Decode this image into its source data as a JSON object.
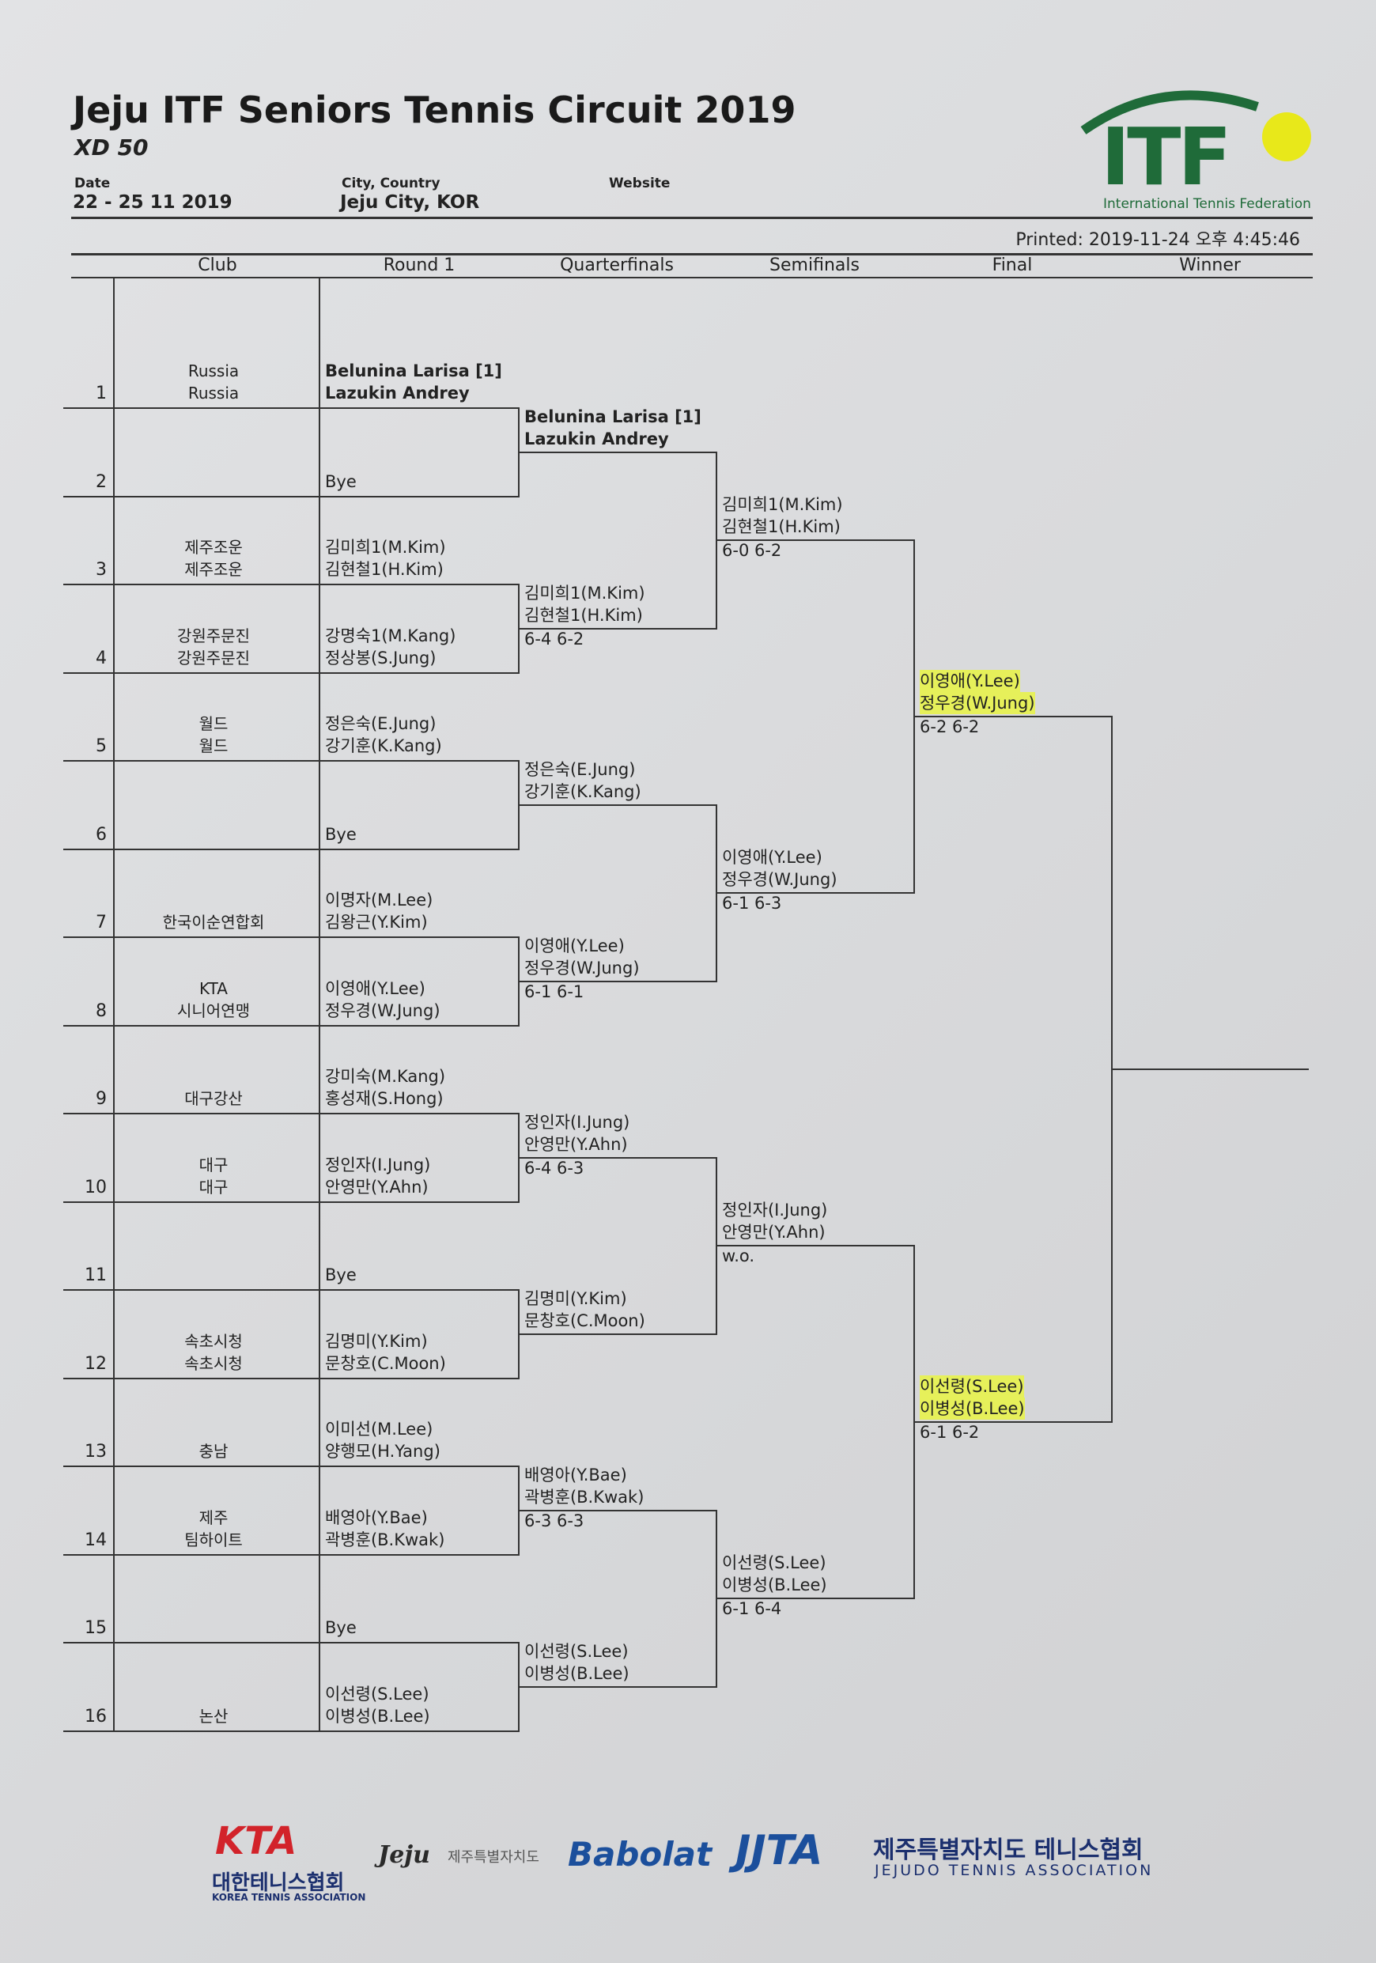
{
  "header": {
    "title": "Jeju ITF Seniors Tennis Circuit 2019",
    "event": "XD 50",
    "date_label": "Date",
    "date_value": "22 - 25 11 2019",
    "city_label": "City, Country",
    "city_value": "Jeju City, KOR",
    "website_label": "Website",
    "printed": "Printed: 2019-11-24 오후 4:45:46"
  },
  "logo": {
    "letters": "ITF",
    "caption": "International Tennis Federation",
    "color": "#1f6b39",
    "ball_color": "#e8e81a"
  },
  "columns": [
    "Club",
    "Round 1",
    "Quarterfinals",
    "Semifinals",
    "Final",
    "Winner"
  ],
  "draw": [
    {
      "num": "1",
      "club": [
        "Russia",
        "Russia"
      ],
      "team": [
        "Belunina Larisa [1]",
        "Lazukin Andrey"
      ],
      "bold": true
    },
    {
      "num": "2",
      "club": [
        "",
        ""
      ],
      "team": [
        "",
        "Bye"
      ]
    },
    {
      "num": "3",
      "club": [
        "제주조운",
        "제주조운"
      ],
      "team": [
        "김미희1(M.Kim)",
        "김현철1(H.Kim)"
      ]
    },
    {
      "num": "4",
      "club": [
        "강원주문진",
        "강원주문진"
      ],
      "team": [
        "강명숙1(M.Kang)",
        "정상봉(S.Jung)"
      ]
    },
    {
      "num": "5",
      "club": [
        "월드",
        "월드"
      ],
      "team": [
        "정은숙(E.Jung)",
        "강기훈(K.Kang)"
      ]
    },
    {
      "num": "6",
      "club": [
        "",
        ""
      ],
      "team": [
        "",
        "Bye"
      ]
    },
    {
      "num": "7",
      "club": [
        "",
        "한국이순연합회"
      ],
      "team": [
        "이명자(M.Lee)",
        "김왕근(Y.Kim)"
      ]
    },
    {
      "num": "8",
      "club": [
        "KTA",
        "시니어연맹"
      ],
      "team": [
        "이영애(Y.Lee)",
        "정우경(W.Jung)"
      ]
    },
    {
      "num": "9",
      "club": [
        "",
        "대구강산"
      ],
      "team": [
        "강미숙(M.Kang)",
        "홍성재(S.Hong)"
      ]
    },
    {
      "num": "10",
      "club": [
        "대구",
        "대구"
      ],
      "team": [
        "정인자(I.Jung)",
        "안영만(Y.Ahn)"
      ]
    },
    {
      "num": "11",
      "club": [
        "",
        ""
      ],
      "team": [
        "",
        "Bye"
      ]
    },
    {
      "num": "12",
      "club": [
        "속초시청",
        "속초시청"
      ],
      "team": [
        "김명미(Y.Kim)",
        "문창호(C.Moon)"
      ]
    },
    {
      "num": "13",
      "club": [
        "",
        "충남"
      ],
      "team": [
        "이미선(M.Lee)",
        "양행모(H.Yang)"
      ]
    },
    {
      "num": "14",
      "club": [
        "제주",
        "팀하이트"
      ],
      "team": [
        "배영아(Y.Bae)",
        "곽병훈(B.Kwak)"
      ]
    },
    {
      "num": "15",
      "club": [
        "",
        ""
      ],
      "team": [
        "",
        "Bye"
      ]
    },
    {
      "num": "16",
      "club": [
        "",
        "논산"
      ],
      "team": [
        "이선령(S.Lee)",
        "이병성(B.Lee)"
      ]
    }
  ],
  "quarterfinals": [
    {
      "team": [
        "Belunina Larisa [1]",
        "Lazukin Andrey"
      ],
      "score": "",
      "bold": true
    },
    {
      "team": [
        "김미희1(M.Kim)",
        "김현철1(H.Kim)"
      ],
      "score": "6-4 6-2"
    },
    {
      "team": [
        "정은숙(E.Jung)",
        "강기훈(K.Kang)"
      ],
      "score": ""
    },
    {
      "team": [
        "이영애(Y.Lee)",
        "정우경(W.Jung)"
      ],
      "score": "6-1 6-1"
    },
    {
      "team": [
        "정인자(I.Jung)",
        "안영만(Y.Ahn)"
      ],
      "score": "6-4 6-3"
    },
    {
      "team": [
        "김명미(Y.Kim)",
        "문창호(C.Moon)"
      ],
      "score": ""
    },
    {
      "team": [
        "배영아(Y.Bae)",
        "곽병훈(B.Kwak)"
      ],
      "score": "6-3 6-3"
    },
    {
      "team": [
        "이선령(S.Lee)",
        "이병성(B.Lee)"
      ],
      "score": ""
    }
  ],
  "semifinals": [
    {
      "team": [
        "김미희1(M.Kim)",
        "김현철1(H.Kim)"
      ],
      "score": "6-0 6-2"
    },
    {
      "team": [
        "이영애(Y.Lee)",
        "정우경(W.Jung)"
      ],
      "score": "6-1 6-3"
    },
    {
      "team": [
        "정인자(I.Jung)",
        "안영만(Y.Ahn)"
      ],
      "score": "w.o."
    },
    {
      "team": [
        "이선령(S.Lee)",
        "이병성(B.Lee)"
      ],
      "score": "6-1 6-4"
    }
  ],
  "final": [
    {
      "team": [
        "이영애(Y.Lee)",
        "정우경(W.Jung)"
      ],
      "score": "6-2 6-2",
      "highlight": true
    },
    {
      "team": [
        "이선령(S.Lee)",
        "이병성(B.Lee)"
      ],
      "score": "6-1 6-2",
      "highlight": true
    }
  ],
  "highlight_color": "#e6f05a",
  "sponsors": {
    "kta_logo": "KTA",
    "kta_name": "대한테니스협회",
    "kta_en": "KOREA TENNIS ASSOCIATION",
    "kta_color": "#d2232a",
    "jeju_logo": "Jeju",
    "jeju_name": "제주특별자치도",
    "babolat": "Babolat",
    "babolat_color": "#1b4f9c",
    "jjta": "JJTA",
    "jjta_name": "제주특별자치도 테니스협회",
    "jjta_en": "JEJUDO TENNIS ASSOCIATION",
    "jjta_color": "#1b4f9c"
  }
}
